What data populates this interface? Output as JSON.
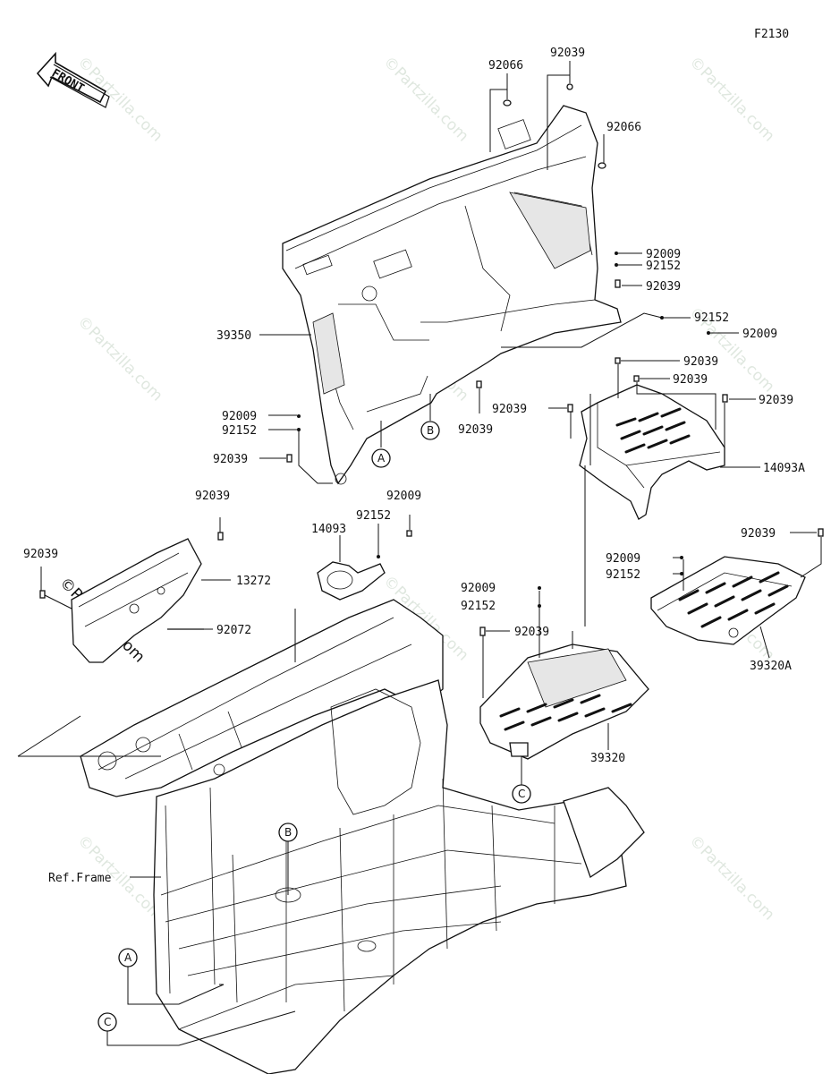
{
  "diagram_code": "F2130",
  "front_label": "FRONT",
  "ref_frame_label": "Ref.Frame",
  "watermark": "©Partzilla.com",
  "callouts": {
    "A": "A",
    "B": "B",
    "C": "C"
  },
  "part_labels": {
    "p92066_top": "92066",
    "p92039_top": "92039",
    "p92066_right": "92066",
    "p92009_a": "92009",
    "p92152_a": "92152",
    "p92039_a": "92039",
    "p92152_b": "92152",
    "p92009_b": "92009",
    "p39350": "39350",
    "p92039_b": "92039",
    "p92039_c": "92039",
    "p92039_d": "92039",
    "p92039_e": "92039",
    "p92009_c": "92009",
    "p92152_c": "92152",
    "p92039_f": "92039",
    "p14093A": "14093A",
    "p92039_g": "92039",
    "p92009_d": "92009",
    "p92039_h": "92039",
    "p92152_d": "92152",
    "p14093": "14093",
    "p92039_i": "92039",
    "p13272": "13272",
    "p92072": "92072",
    "p92039_j": "92039",
    "p92009_e": "92009",
    "p92152_e": "92152",
    "p92009_f": "92009",
    "p92152_f": "92152",
    "p92039_k": "92039",
    "p39320A": "39320A",
    "p39320": "39320"
  }
}
